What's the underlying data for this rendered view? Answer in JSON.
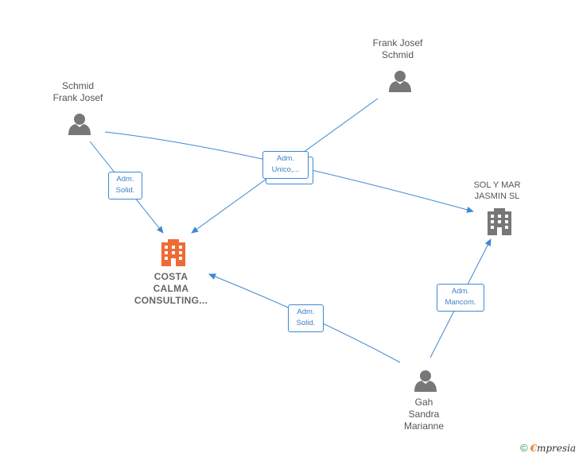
{
  "nodes": {
    "costa_calma": {
      "label": "COSTA\nCALMA\nCONSULTING..."
    },
    "sol_y_mar": {
      "label": "SOL Y MAR\nJASMIN  SL"
    },
    "schmid_frank_josef": {
      "label": "Schmid\nFrank Josef"
    },
    "frank_josef_schmid": {
      "label": "Frank Josef\nSchmid"
    },
    "gah_sandra_marianne": {
      "label": "Gah\nSandra\nMarianne"
    }
  },
  "edges": {
    "schmid_to_costa": {
      "label": "Adm.\nSolid."
    },
    "frank_adm_unico": {
      "label": "Adm.\nUnico,..."
    },
    "gah_to_costa": {
      "label": "Adm.\nSolid."
    },
    "gah_to_sol": {
      "label": "Adm.\nMancom."
    }
  },
  "footer": {
    "copyright": "©",
    "brand_first": "€",
    "brand_rest": "mpresia"
  },
  "colors": {
    "edge": "#3f88d2",
    "person": "#777777",
    "company_main": "#f06a35",
    "company": "#777777"
  }
}
